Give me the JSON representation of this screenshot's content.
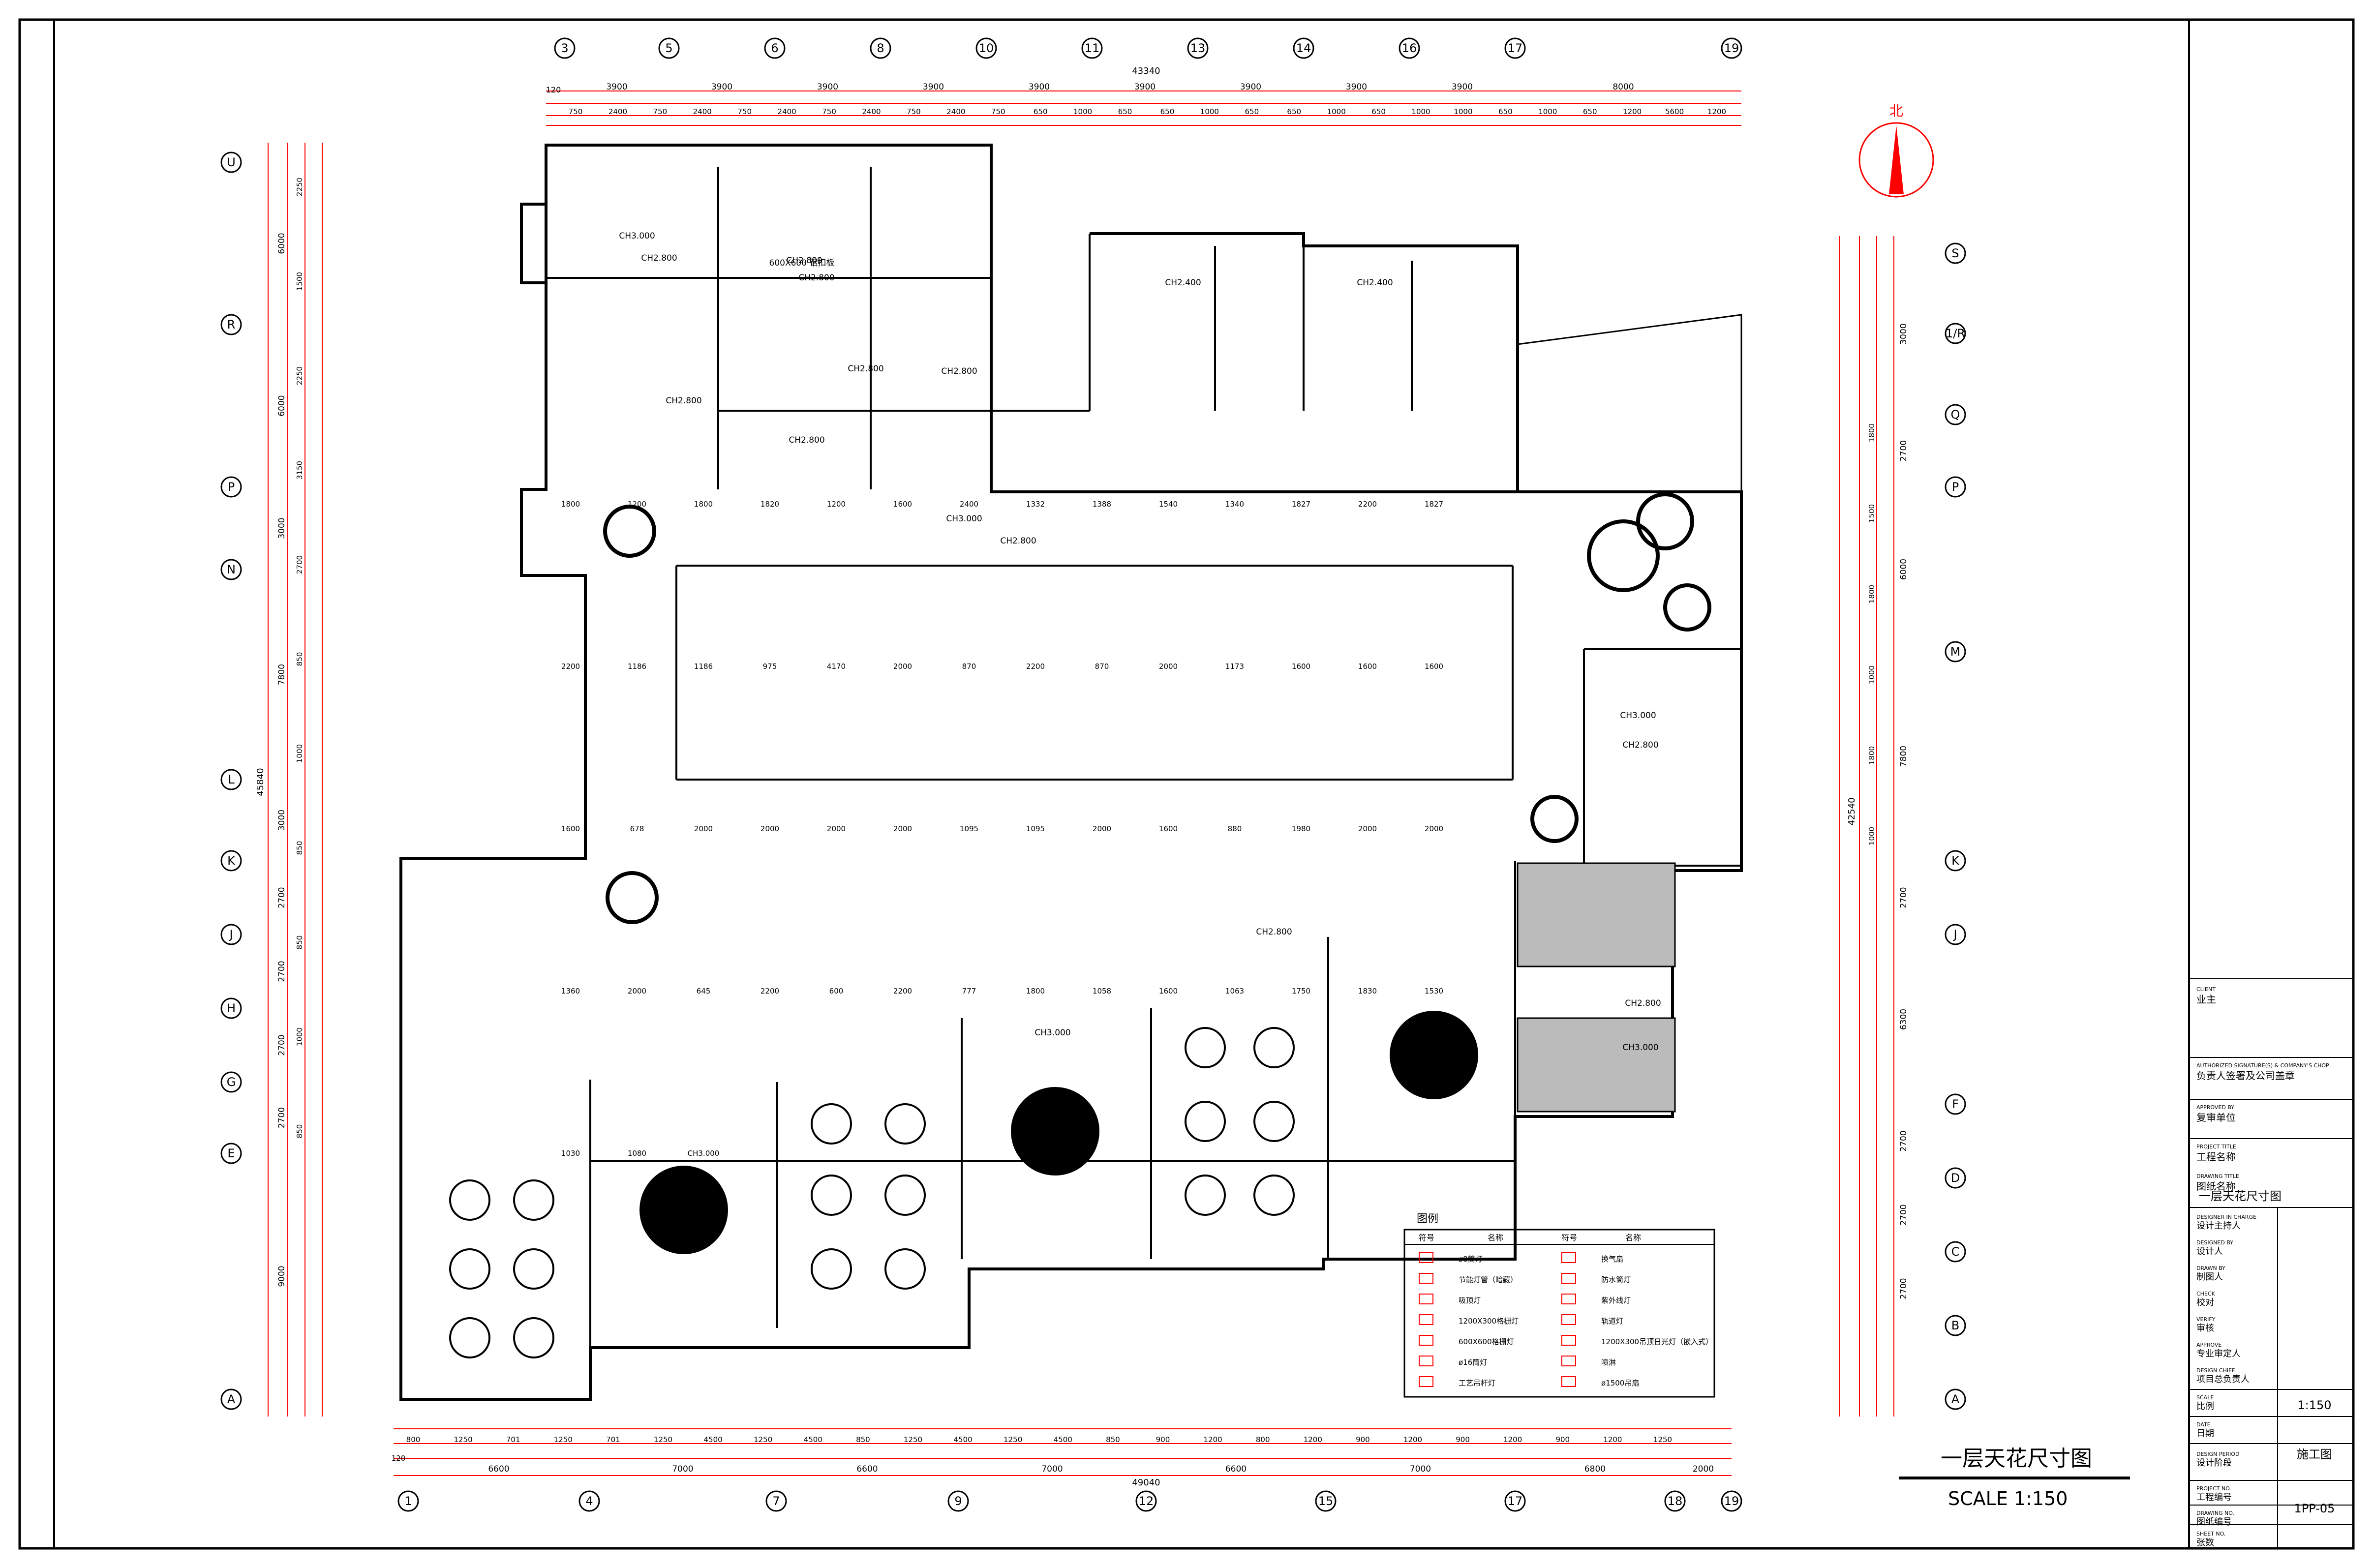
{
  "drawing": {
    "title": "一层天花尺寸图",
    "scale_label": "SCALE  1:150",
    "north_symbol": "北"
  },
  "grid": {
    "top_columns": [
      "3",
      "5",
      "6",
      "8",
      "10",
      "11",
      "13",
      "14",
      "16",
      "17",
      "19"
    ],
    "bottom_columns": [
      "1",
      "4",
      "7",
      "9",
      "12",
      "15",
      "17",
      "18",
      "19"
    ],
    "left_rows": [
      "U",
      "R",
      "P",
      "N",
      "L",
      "K",
      "J",
      "H",
      "G",
      "E",
      "A"
    ],
    "right_rows": [
      "S",
      "1/R",
      "Q",
      "P",
      "M",
      "K",
      "J",
      "F",
      "D",
      "C",
      "B",
      "A"
    ]
  },
  "dimensions": {
    "top_total": "43340",
    "top_spans": [
      "3900",
      "3900",
      "3900",
      "3900",
      "3900",
      "3900",
      "3900",
      "3900",
      "3900",
      "8000"
    ],
    "top_edge": "120",
    "top_sub": [
      "750",
      "2400",
      "750",
      "2400",
      "750",
      "2400",
      "750",
      "2400",
      "750",
      "2400",
      "750",
      "650",
      "1000",
      "650",
      "650",
      "1000",
      "650",
      "650",
      "1000",
      "650",
      "1000",
      "1000",
      "650",
      "1000",
      "650",
      "1200",
      "5600",
      "1200"
    ],
    "bottom_total": "49040",
    "bottom_edge": "120",
    "bottom_spans": [
      "6600",
      "7000",
      "6600",
      "7000",
      "6600",
      "7000",
      "6800",
      "2000"
    ],
    "bottom_sub": [
      "800",
      "1250",
      "701",
      "1250",
      "701",
      "1250",
      "4500",
      "1250",
      "4500",
      "850",
      "1250",
      "4500",
      "1250",
      "4500",
      "850",
      "900",
      "1200",
      "800",
      "1200",
      "900",
      "1200",
      "900",
      "1200",
      "900",
      "1200",
      "1250"
    ],
    "left_total": "45840",
    "left_spans": [
      "6000",
      "6000",
      "3000",
      "7800",
      "3000",
      "2700",
      "2700",
      "2700",
      "2700",
      "9000"
    ],
    "left_sub": [
      "2250",
      "1500",
      "2250",
      "3150",
      "2700",
      "850",
      "1000",
      "850",
      "850",
      "1000",
      "850"
    ],
    "right_total": "42540",
    "right_spans": [
      "3000",
      "2700",
      "6000",
      "7800",
      "2700",
      "6300",
      "2700",
      "2700",
      "2700"
    ],
    "right_sub": [
      "1800",
      "1500",
      "1800",
      "1000",
      "1800",
      "1000"
    ]
  },
  "room_labels": [
    "CH3.000",
    "CH2.800",
    "CH2.800",
    "600X600 铝扣板",
    "CH2.800",
    "CH2.800",
    "CH2.800",
    "CH2.800",
    "CH2.800",
    "CH2.400",
    "CH2.400",
    "CH3.000",
    "CH2.800",
    "CH3.000",
    "CH2.800",
    "CH2.800",
    "CH3.000",
    "CH2.800",
    "CH3.000"
  ],
  "plan_dims": [
    "1800",
    "1200",
    "1800",
    "1820",
    "1200",
    "1600",
    "2400",
    "1332",
    "1388",
    "1540",
    "1340",
    "1827",
    "2200",
    "1827",
    "2200",
    "1186",
    "1186",
    "975",
    "4170",
    "2000",
    "870",
    "2200",
    "870",
    "2000",
    "1173",
    "1600",
    "1600",
    "1600",
    "1600",
    "678",
    "2000",
    "2000",
    "2000",
    "2000",
    "1095",
    "1095",
    "2000",
    "1600",
    "880",
    "1980",
    "2000",
    "2000",
    "1360",
    "2000",
    "645",
    "2200",
    "600",
    "2200",
    "777",
    "1800",
    "1058",
    "1600",
    "1063",
    "1750",
    "1830",
    "1530",
    "1030",
    "1080",
    "CH3.000"
  ],
  "legend": {
    "title": "图例",
    "headers": [
      "符号",
      "名称",
      "符号",
      "名称"
    ],
    "left_items": [
      "ø8筒灯",
      "节能灯管（暗藏）",
      "吸顶灯",
      "1200X300格栅灯",
      "600X600格栅灯",
      "ø16筒灯",
      "工艺吊杆灯"
    ],
    "right_items": [
      "换气扇",
      "防水筒灯",
      "紫外线灯",
      "轨道灯",
      "1200X300吊顶日光灯（嵌入式）",
      "喷淋",
      "ø1500吊扇"
    ]
  },
  "title_block": {
    "client_label": "CLIENT",
    "client_value": "业主",
    "authorized_label": "AUTHORIZED SIGNATURE(S) & COMPANY'S CHOP",
    "authorized_value": "负责人签署及公司盖章",
    "approved_label": "APPROVED BY",
    "approved_value": "复审单位",
    "project_title_label": "PROJECT TITLE",
    "project_title_value": "工程名称",
    "drawing_title_label": "DRAWING TITLE",
    "drawing_title_value": "图纸名称",
    "drawing_title_main": "一层天花尺寸图",
    "designer_label": "DESIGNER IN CHARGE",
    "designer_value": "设计主持人",
    "designed_label": "DESIGNED BY",
    "designed_value": "设计人",
    "drawn_label": "DRAWN BY",
    "drawn_value": "制图人",
    "check_label": "CHECK",
    "check_value": "校对",
    "verify_label": "VERIFY",
    "verify_value": "审核",
    "approve_label": "APPROVE",
    "approve_value": "专业审定人",
    "chief_label": "DESIGN CHIEF",
    "chief_value": "项目总负责人",
    "scale_label": "SCALE",
    "scale_cn": "比例",
    "scale_value": "1:150",
    "date_label": "DATE",
    "date_cn": "日期",
    "phase_label": "DESIGN PERIOD",
    "phase_cn": "设计阶段",
    "phase_value": "施工图",
    "project_no_label": "PROJECT NO.",
    "project_no_cn": "工程编号",
    "drawing_no_label": "DRAWING NO.",
    "drawing_no_cn": "图纸编号",
    "drawing_no_value": "1PP-05",
    "sheet_label": "SHEET NO.",
    "sheet_cn": "张数"
  },
  "colors": {
    "line": "#000000",
    "accent": "#ff0000",
    "dim": "#ff0000",
    "background": "#ffffff"
  }
}
